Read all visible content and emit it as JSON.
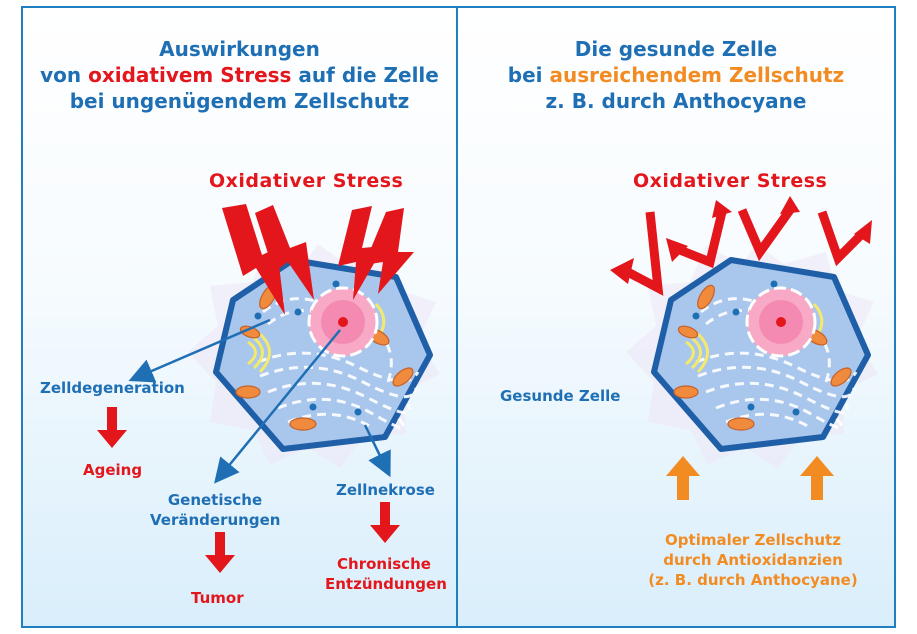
{
  "left": {
    "title_line1": "Auswirkungen",
    "title_line2_pre": "von ",
    "title_line2_highlight": "oxidativem Stress",
    "title_line2_post": " auf die Zelle",
    "title_line3": "bei ungenügendem Zellschutz",
    "stress_label": "Oxidativer Stress",
    "degeneration": "Zelldegeneration",
    "ageing": "Ageing",
    "genetic_line1": "Genetische",
    "genetic_line2": "Veränderungen",
    "tumor": "Tumor",
    "necrosis": "Zellnekrose",
    "chronic_line1": "Chronische",
    "chronic_line2": "Entzündungen"
  },
  "right": {
    "title_line1": "Die gesunde Zelle",
    "title_line2_pre": "bei ",
    "title_line2_highlight": "ausreichendem Zellschutz",
    "title_line3": "z. B. durch Anthocyane",
    "stress_label": "Oxidativer Stress",
    "healthy": "Gesunde Zelle",
    "protection_line1": "Optimaler Zellschutz",
    "protection_line2": "durch Antioxidanzien",
    "protection_line3": "(z. B. durch Anthocyane)"
  },
  "colors": {
    "blue": "#1f6fb5",
    "red": "#e3161c",
    "orange": "#f28c22",
    "cell_fill": "#a9c6ec",
    "nucleus": "#f7a9c6"
  }
}
